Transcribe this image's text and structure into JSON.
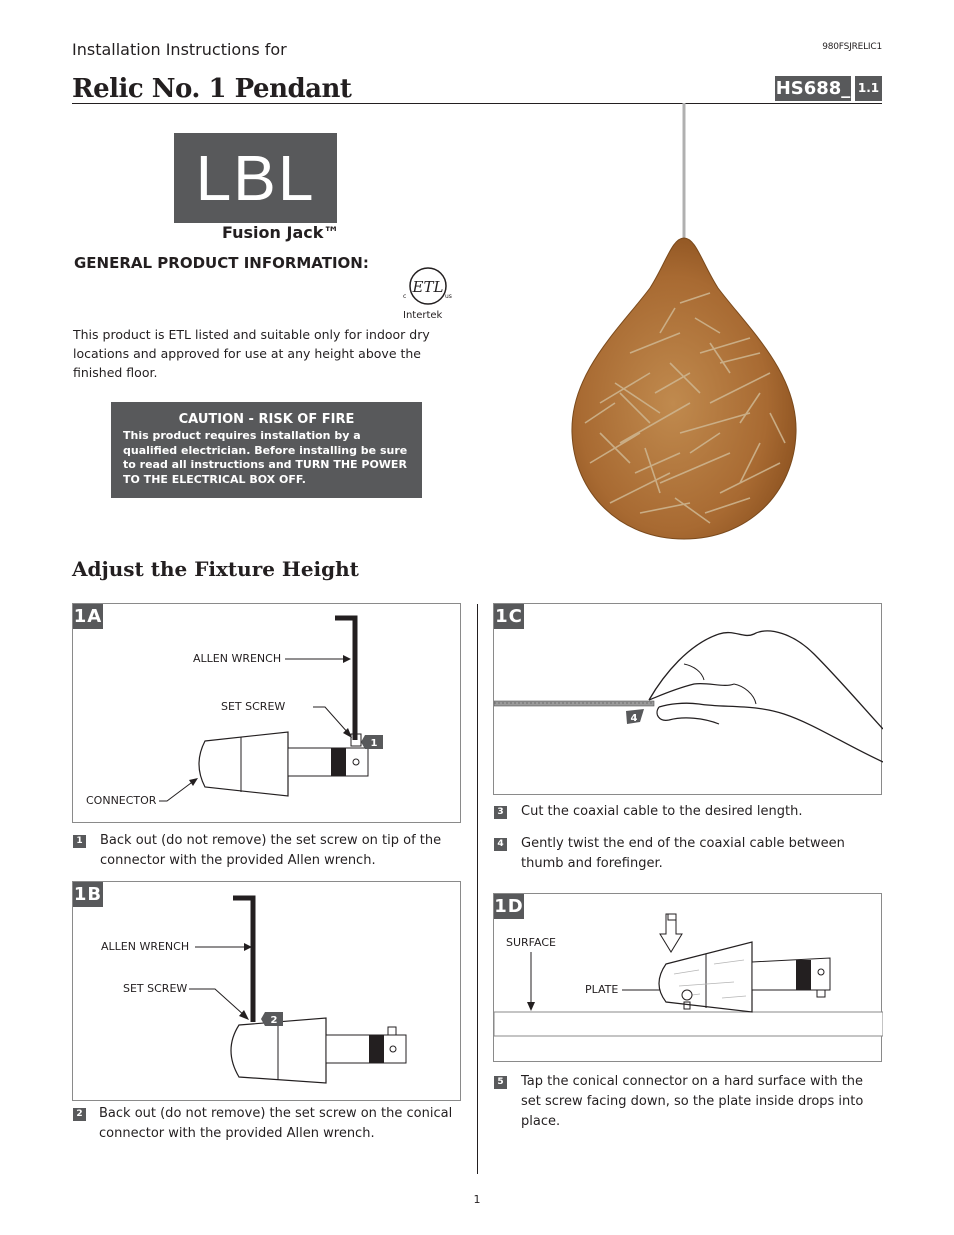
{
  "header": {
    "intro": "Installation Instructions for",
    "doc_number": "980FSJRELIC1",
    "title": "Relic No. 1 Pendant",
    "model": "HS688_",
    "version": "1.1"
  },
  "brand": {
    "logo_text": "LBL",
    "product_line": "Fusion Jack™"
  },
  "general": {
    "heading": "GENERAL PRODUCT INFORMATION:",
    "etl_mark": "ETL",
    "etl_c": "c",
    "etl_us": "us",
    "etl_company": "Intertek",
    "description": "This product is ETL listed and suitable only for indoor dry locations and approved for use at any height above the finished floor."
  },
  "caution": {
    "title": "CAUTION - RISK OF FIRE",
    "body": "This product requires installation by a qualified electrician. Before installing be sure to read all instructions and TURN THE POWER TO THE ELECTRICAL BOX OFF."
  },
  "section": {
    "title": "Adjust the Fixture Height"
  },
  "panels": {
    "p1a": {
      "tag": "1A",
      "allen": "ALLEN WRENCH",
      "screw": "SET SCREW",
      "connector": "CONNECTOR",
      "callout": "1"
    },
    "p1b": {
      "tag": "1B",
      "allen": "ALLEN WRENCH",
      "screw": "SET SCREW",
      "callout": "2"
    },
    "p1c": {
      "tag": "1C",
      "callout": "4"
    },
    "p1d": {
      "tag": "1D",
      "surface": "SURFACE",
      "plate": "PLATE"
    }
  },
  "steps": [
    {
      "num": "1",
      "text": "Back out (do not remove) the set screw on tip of the connector with the provided Allen wrench."
    },
    {
      "num": "2",
      "text": "Back out (do not remove) the set screw on the conical connector with the provided Allen wrench."
    },
    {
      "num": "3",
      "text": "Cut the coaxial cable to the desired length."
    },
    {
      "num": "4",
      "text": "Gently twist the end of the coaxial cable between thumb and forefinger."
    },
    {
      "num": "5",
      "text": "Tap the conical connector on a hard surface with the set screw facing down, so the plate inside drops into place."
    }
  ],
  "footer": {
    "page": "1"
  },
  "colors": {
    "tag_gray": "#58595b",
    "glass_amber": "#b97a3f",
    "glass_streak": "#c9b08a"
  }
}
